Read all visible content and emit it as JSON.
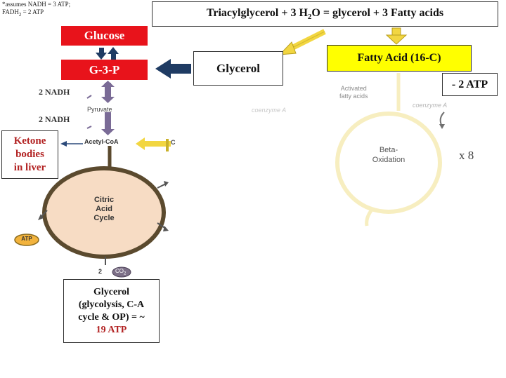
{
  "note": {
    "line1": "*assumes NADH = 3 ATP;",
    "line2_prefix": "FADH",
    "line2_sub": "2",
    "line2_suffix": " = 2 ATP"
  },
  "equation": {
    "part1": "Triacylglycerol + 3 H",
    "sub": "2",
    "part2": "O = glycerol + 3 Fatty acids"
  },
  "glucose_label": "Glucose",
  "g3p_label": "G-3-P",
  "glycerol_label": "Glycerol",
  "fatty_acid_label": "Fatty Acid (16-C)",
  "minus_atp_label": "- 2 ATP",
  "nadh1_label": "2 NADH",
  "nadh2_label": "2 NADH",
  "pyruvate_label": "Pyruvate",
  "acetyl_coa_label": "Acetyl-CoA",
  "c_label": "C",
  "ketone_label": {
    "line1": "Ketone",
    "line2": "bodies",
    "line3": "in liver"
  },
  "citric_cycle_label": {
    "line1": "Citric",
    "line2": "Acid",
    "line3": "Cycle"
  },
  "atp_badge": "ATP",
  "co2_label": {
    "coeff": "2",
    "text": "CO",
    "sub": "2"
  },
  "glycerol_summary": {
    "line1": "Glycerol",
    "line2": "(glycolysis, C-A",
    "line3": "cycle & OP) = ~",
    "line4": "19 ATP"
  },
  "activated_fa_label": {
    "line1": "Activated",
    "line2": "fatty acids"
  },
  "coenzyme_left": "coenzyme A",
  "coenzyme_right": "coenzyme A",
  "beta_label": {
    "line1": "Beta-",
    "line2": "Oxidation"
  },
  "times8_label": "x 8",
  "colors": {
    "red_box": "#e8131b",
    "yellow_box": "#ffff00",
    "navy_arrow": "#1f3b63",
    "purple_arrow": "#7a6b96",
    "gold_arrow": "#f2d641",
    "cycle_fill": "#f7dcc4",
    "cycle_ring": "#5b4a2e",
    "beta_ring": "#f7eec0",
    "maroon_text": "#b22222"
  }
}
